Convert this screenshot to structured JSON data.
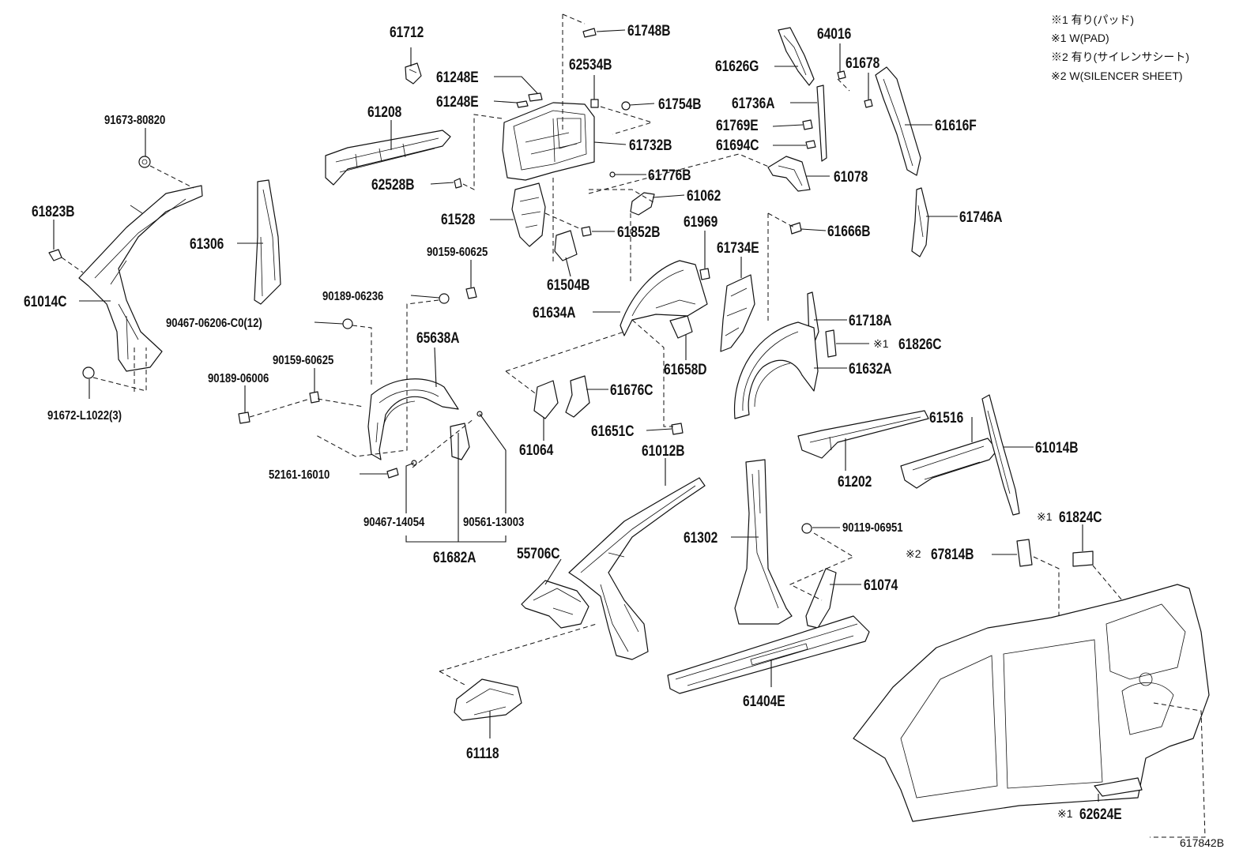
{
  "notes": [
    "※1 有り(パッド)",
    "※1 W(PAD)",
    "※2 有り(サイレンサシート)",
    "※2 W(SILENCER SHEET)"
  ],
  "reference_code": "617842B",
  "parts": [
    {
      "number": "61712"
    },
    {
      "number": "61748B"
    },
    {
      "number": "62534B"
    },
    {
      "number": "61248E"
    },
    {
      "number": "61248E"
    },
    {
      "number": "61754B"
    },
    {
      "number": "61208"
    },
    {
      "number": "61732B"
    },
    {
      "number": "62528B"
    },
    {
      "number": "61776B"
    },
    {
      "number": "61528"
    },
    {
      "number": "61062"
    },
    {
      "number": "61852B"
    },
    {
      "number": "61504B"
    },
    {
      "number": "91673-80820"
    },
    {
      "number": "61823B"
    },
    {
      "number": "61306"
    },
    {
      "number": "61014C"
    },
    {
      "number": "90159-60625"
    },
    {
      "number": "90189-06236"
    },
    {
      "number": "90467-06206-C0(12)"
    },
    {
      "number": "65638A"
    },
    {
      "number": "90159-60625"
    },
    {
      "number": "90189-06006"
    },
    {
      "number": "91672-L1022(3)"
    },
    {
      "number": "64016"
    },
    {
      "number": "61626G"
    },
    {
      "number": "61678"
    },
    {
      "number": "61736A"
    },
    {
      "number": "61616F"
    },
    {
      "number": "61769E"
    },
    {
      "number": "61694C"
    },
    {
      "number": "61078"
    },
    {
      "number": "61969"
    },
    {
      "number": "61666B"
    },
    {
      "number": "61746A"
    },
    {
      "number": "61734E"
    },
    {
      "number": "61634A"
    },
    {
      "number": "61718A"
    },
    {
      "number": "61826C",
      "note": "※1"
    },
    {
      "number": "61658D"
    },
    {
      "number": "61632A"
    },
    {
      "number": "61676C"
    },
    {
      "number": "61064"
    },
    {
      "number": "61651C"
    },
    {
      "number": "52161-16010"
    },
    {
      "number": "90467-14054"
    },
    {
      "number": "90561-13003"
    },
    {
      "number": "61682A"
    },
    {
      "number": "61012B"
    },
    {
      "number": "61516"
    },
    {
      "number": "61202"
    },
    {
      "number": "61014B"
    },
    {
      "number": "61302"
    },
    {
      "number": "90119-06951"
    },
    {
      "number": "61824C",
      "note": "※1"
    },
    {
      "number": "67814B",
      "note": "※2"
    },
    {
      "number": "55706C"
    },
    {
      "number": "61074"
    },
    {
      "number": "61404E"
    },
    {
      "number": "61118"
    },
    {
      "number": "62624E",
      "note": "※1"
    }
  ]
}
